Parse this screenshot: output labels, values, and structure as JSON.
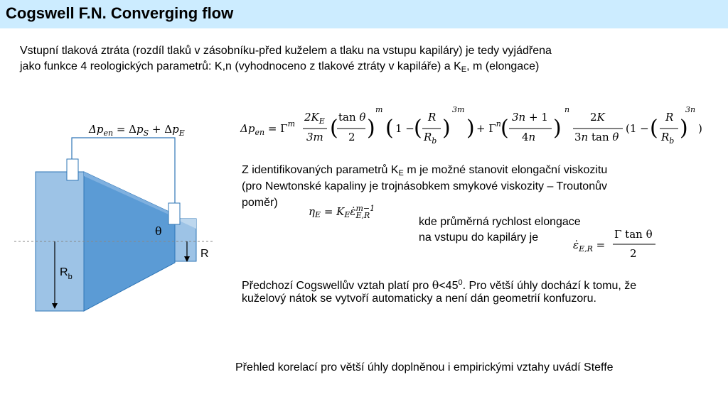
{
  "title": "Cogswell F.N. Converging flow",
  "intro": {
    "line1": "Vstupní tlaková ztráta (rozdíl tlaků v zásobníku-před kuželem a tlaku na vstupu kapiláry) je tedy vyjádřena",
    "line2_pre": "jako funkce 4 reologických parametrů: K,n (vyhodnoceno z tlakové ztráty v kapiláře) a K",
    "line2_sub": "E",
    "line2_post": ", m (elongace)"
  },
  "diagram": {
    "eq_label": "Δp_en = Δp_S + Δp_E",
    "theta_label": "θ",
    "r_label": "R",
    "rb_label": "R",
    "rb_sub": "b"
  },
  "main_equation": "Δp_en = Γ^m (2K_E/3m)(tan θ/2)^m (1 − (R/R_b)^3m) + Γ^n ((3n+1)/4n)^n (2K/(3n tan θ)) (1 − (R/R_b)^3n)",
  "paragraph2": {
    "line1_pre": "Z identifikovaných parametrů K",
    "line1_sub": "E",
    "line1_post": " m je možné stanovit elongační viskozitu",
    "line2": "(pro Newtonské kapaliny je trojnásobkem smykové viskozity – Troutonův",
    "line3": "poměr)"
  },
  "eta_equation": "η_E = K_E ε̇_E,R^(m−1)",
  "rate_text": {
    "line1": "kde průměrná rychlost elongace",
    "line2": "na vstupu do kapiláry je"
  },
  "rate_equation": "ε̇_E,R = Γ tan θ / 2",
  "paragraph3": {
    "line1_pre": "Předchozí Cogswellův vztah platí pro ",
    "theta": "θ",
    "lt": "<45",
    "deg": "0",
    "line1_post": ". Pro větší úhly dochází k tomu, že",
    "line2": "kuželový nátok se vytvoří automaticky a není dán geometrií konfuzoru."
  },
  "footer_text": "Přehled korelací pro větší úhly doplněnou i empirickými vztahy uvádí Steffe",
  "colors": {
    "title_bg": "#ccecff",
    "light_blue": "#9dc3e6",
    "mid_blue": "#5b9bd5",
    "outline": "#2e75b6"
  }
}
